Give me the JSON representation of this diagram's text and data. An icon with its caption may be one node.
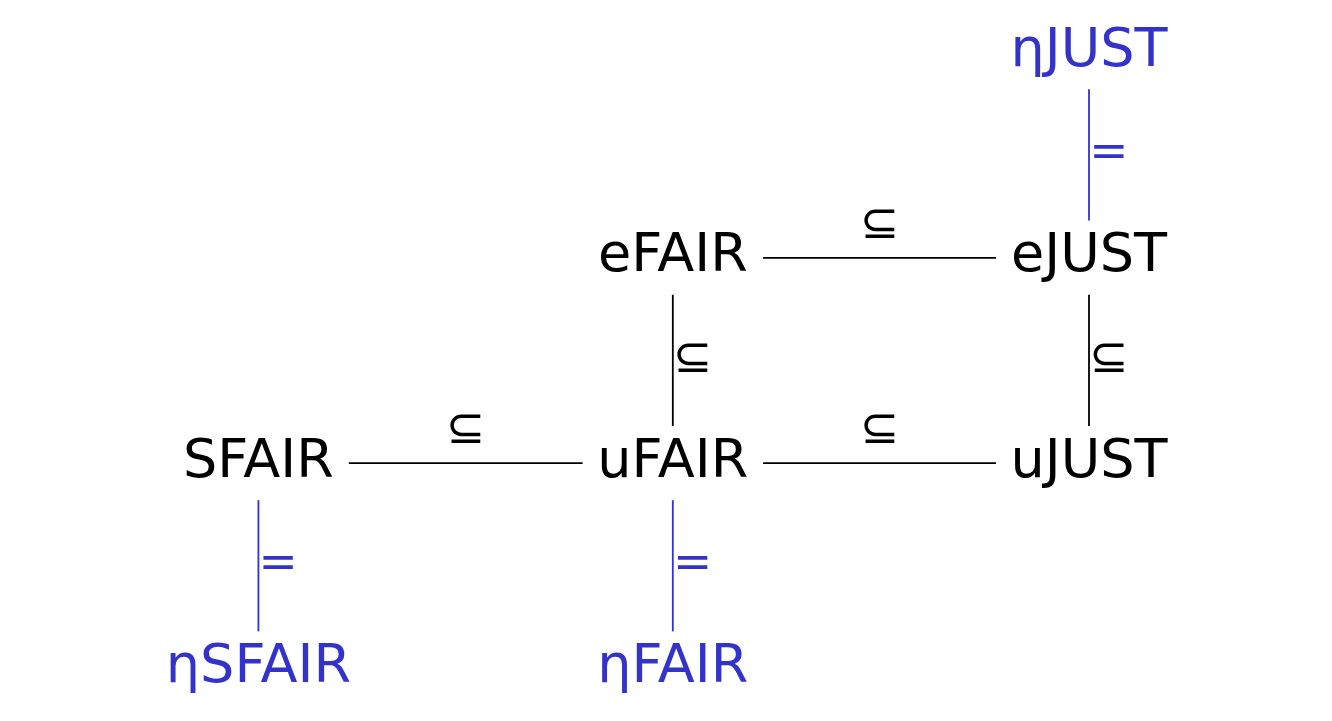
{
  "diagram": {
    "nodes": [
      {
        "text": [
          "ηJUST"
        ]
      },
      {
        "text": [
          "eFAIR"
        ]
      },
      {
        "text": [
          "eJUST"
        ]
      },
      {
        "text": [
          "SFAIR"
        ]
      },
      {
        "text": [
          "uFAIR"
        ]
      },
      {
        "text": [
          "uJUST"
        ]
      },
      {
        "text": [
          "ηSFAIR"
        ]
      },
      {
        "text": [
          "ηFAIR"
        ]
      }
    ],
    "edges": [
      {
        "from": 0,
        "to": 2,
        "arrow": "none",
        "label": "=",
        "color": "#3333cc"
      },
      {
        "from": 1,
        "to": 2,
        "arrow": "none",
        "label": "⊆"
      },
      {
        "from": 1,
        "to": 4,
        "arrow": "none",
        "label": "⊆"
      },
      {
        "from": 2,
        "to": 5,
        "arrow": "none",
        "label": "⊆"
      },
      {
        "from": 3,
        "to": 4,
        "arrow": "none",
        "label": "⊆"
      },
      {
        "from": 4,
        "to": 5,
        "arrow": "none",
        "label": "⊆"
      },
      {
        "from": 3,
        "to": 6,
        "arrow": "none",
        "label": "=",
        "color": "#3333cc"
      },
      {
        "from": 4,
        "to": 7,
        "arrow": "none",
        "label": "=",
        "color": "#3333cc"
      }
    ]
  }
}
